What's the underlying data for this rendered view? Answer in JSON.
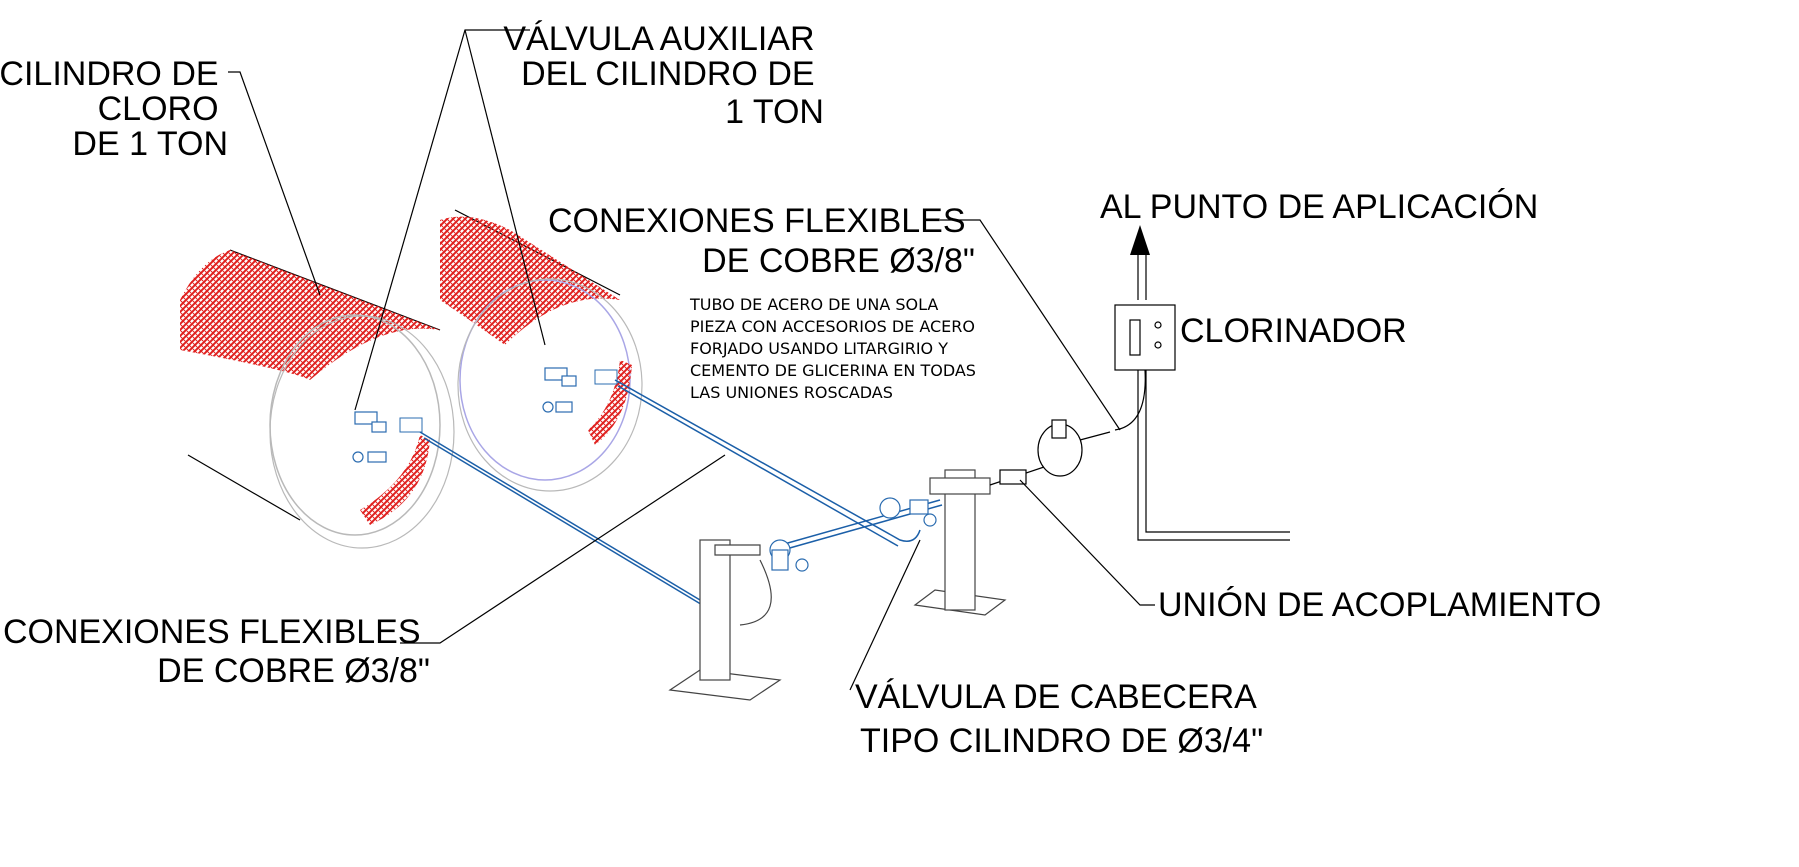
{
  "labels": {
    "cylinder": [
      "CILINDRO DE",
      "CLORO",
      "DE 1 TON"
    ],
    "aux_valve": [
      "VÁLVULA AUXILIAR",
      "DEL CILINDRO DE",
      "1 TON"
    ],
    "flex_top": [
      "CONEXIONES FLEXIBLES",
      "DE COBRE Ø3/8\""
    ],
    "application": "AL PUNTO DE APLICACIÓN",
    "chlorinator": "CLORINADOR",
    "pipe_note": [
      "TUBO DE ACERO DE UNA SOLA",
      "PIEZA CON ACCESORIOS DE ACERO",
      "FORJADO USANDO LITARGIRIO Y",
      "CEMENTO DE GLICERINA EN TODAS",
      "LAS UNIONES ROSCADAS"
    ],
    "flex_bottom": [
      "CONEXIONES FLEXIBLES",
      "DE COBRE Ø3/8\""
    ],
    "coupling": "UNIÓN DE ACOPLAMIENTO",
    "header_valve": [
      "VÁLVULA DE CABECERA",
      "TIPO CILINDRO DE Ø3/4\""
    ]
  },
  "colors": {
    "line": "#000000",
    "hatch": "#e0201e",
    "cylinder_outline": "#b9b9b9",
    "cylinder2_outline": "#a9a6e6",
    "pipe": "#1b5fa8",
    "fitting": "#2b6cb0",
    "stand": "#444444"
  }
}
